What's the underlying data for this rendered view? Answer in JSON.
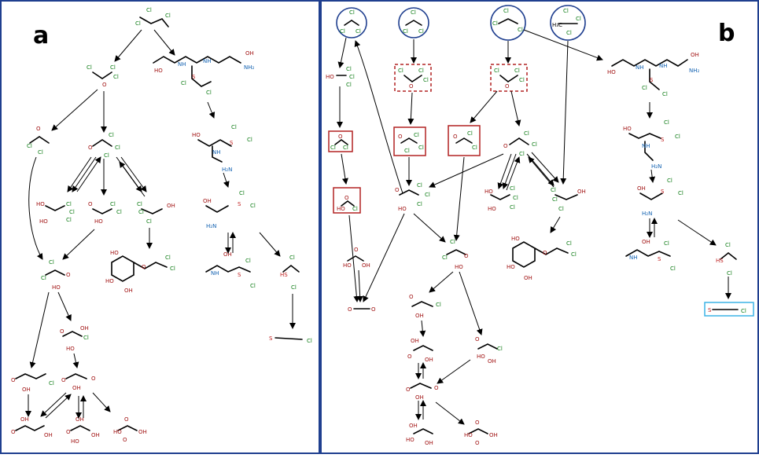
{
  "panels": [
    {
      "label": "a",
      "color": "#1f3f8f"
    },
    {
      "label": "b",
      "color": "#1f3f8f"
    }
  ],
  "colors": {
    "Cl": "#0a7a12",
    "O": "#a01010",
    "N": "#1060b0",
    "S": "#c02020",
    "C": "#000000",
    "frame": "#1f3f8f",
    "precursor_circle": "#1f3f8f",
    "reactive_box": "#b22222",
    "final_box": "#3cb4e6"
  },
  "icons": {
    "precursor_marker": "circle",
    "unstable_intermediate_marker": "dashed-box",
    "reactive_intermediate_marker": "solid-box",
    "terminal_product_marker": "cyan-box"
  }
}
